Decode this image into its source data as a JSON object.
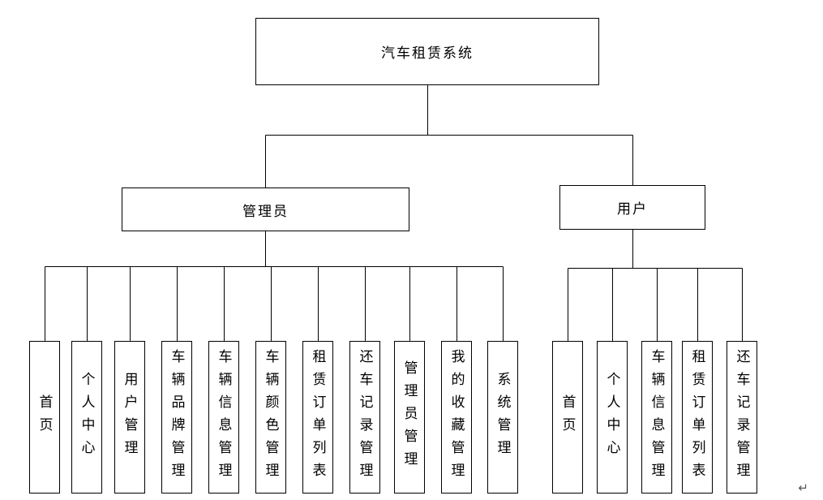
{
  "diagram": {
    "root": {
      "label": "汽车租赁系统"
    },
    "branches": [
      {
        "label": "管理员",
        "children": [
          "首页",
          "个人中心",
          "用户管理",
          "车辆品牌管理",
          "车辆信息管理",
          "车辆颜色管理",
          "租赁订单列表",
          "还车记录管理",
          "管理员管理",
          "我的收藏管理",
          "系统管理"
        ]
      },
      {
        "label": "用户",
        "children": [
          "首页",
          "个人中心",
          "车辆信息管理",
          "租赁订单列表",
          "还车记录管理"
        ]
      }
    ],
    "return_mark": "↵"
  }
}
